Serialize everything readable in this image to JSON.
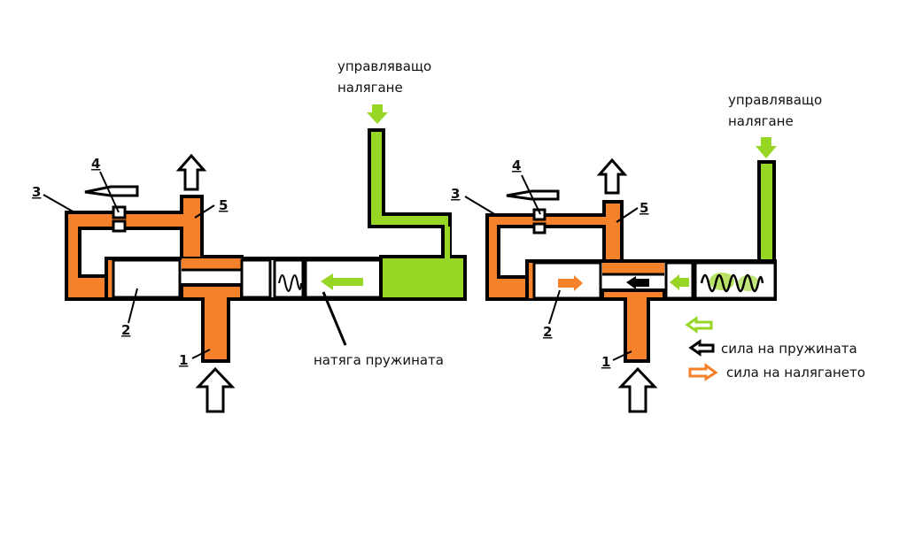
{
  "colors": {
    "pressure": "#f5822a",
    "control": "#98d625",
    "outline": "#000000",
    "background": "#ffffff"
  },
  "left_diagram": {
    "control_label_line1": "управляващо",
    "control_label_line2": "налягане",
    "spring_label": "натяга пружината",
    "numbers": [
      "1",
      "2",
      "3",
      "4",
      "5"
    ]
  },
  "right_diagram": {
    "control_label_line1": "управляващо",
    "control_label_line2": "налягане",
    "numbers": [
      "1",
      "2",
      "3",
      "4",
      "5"
    ]
  },
  "legend": {
    "items": [
      {
        "icon": "green-hollow-arrow-left",
        "label": ""
      },
      {
        "icon": "black-hollow-arrow-left",
        "label": "сила на пружината"
      },
      {
        "icon": "orange-hollow-arrow-right",
        "label": "сила на налягането"
      }
    ]
  }
}
